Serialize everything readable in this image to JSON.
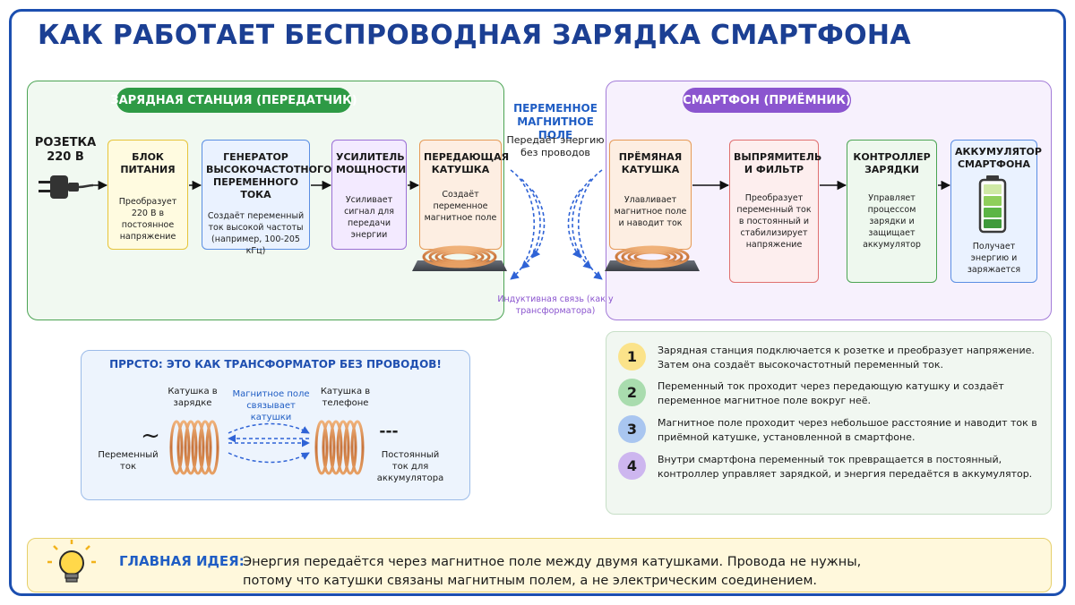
{
  "title": "КАК РАБОТАЕТ БЕСПРОВОДНАЯ ЗАРЯДКА СМАРТФОНА",
  "transmitter": {
    "label": "ЗАРЯДНАЯ СТАНЦИЯ (ПЕРЕДАТЧИК)",
    "outlet": "РОЗЕТКА 220 В",
    "blocks": [
      {
        "title": "БЛОК ПИТАНИЯ",
        "desc": "Преобразует 220 В в постоянное напряжение"
      },
      {
        "title": "ГЕНЕРАТОР ВЫСОКОЧАСТОТНОГО ПЕРЕМЕННОГО ТОКА",
        "desc": "Создаёт переменный ток высокой частоты (например, 100-205 кГц)"
      },
      {
        "title": "УСИЛИТЕЛЬ МОЩНОСТИ",
        "desc": "Усиливает сигнал для передачи энергии"
      },
      {
        "title": "ПЕРЕДАЮЩАЯ КАТУШКА",
        "desc": "Создаёт переменное магнитное поле"
      }
    ]
  },
  "field": {
    "title": "ПЕРЕМЕННОЕ МАГНИТНОЕ ПОЛЕ",
    "subtitle": "Передаёт энергию без проводов",
    "inductive": "Индуктивная связь (как у трансформатора)"
  },
  "receiver": {
    "label": "СМАРТФОН (ПРИЁМНИК)",
    "blocks": [
      {
        "title": "ПРЁМЯНАЯ КАТУШКА",
        "desc": "Улавливает магнитное поле и наводит ток"
      },
      {
        "title": "ВЫПРЯМИТЕЛЬ И ФИЛЬТР",
        "desc": "Преобразует переменный ток в постоянный и стабилизирует напряжение"
      },
      {
        "title": "КОНТРОЛЛЕР ЗАРЯДКИ",
        "desc": "Управляет процессом зарядки и защищает аккумулятор"
      },
      {
        "title": "АККУМУЛЯТОР СМАРТФОНА",
        "desc": "Получает энергию и заряжается"
      }
    ]
  },
  "analogy": {
    "title": "ПРРСТО: ЭТО КАК ТРАНСФОРМАТОР БЕЗ ПРОВОДОВ!",
    "coil_left": "Катушка в зарядке",
    "coil_right": "Катушка в телефоне",
    "field_label": "Магнитное поле связывает катушки",
    "ac_symbol": "~",
    "ac_label": "Переменный ток",
    "dc_symbol": "---",
    "dc_label": "Постоянный ток для аккумулятора"
  },
  "steps": [
    {
      "num": "1",
      "color": "#fbe38a",
      "text": "Зарядная станция подключается к розетке и преобразует напряжение. Затем она создаёт высокочастотный переменный ток."
    },
    {
      "num": "2",
      "color": "#a9dcae",
      "text": "Переменный ток проходит через передающую катушку и создаёт переменное магнитное поле вокруг неё."
    },
    {
      "num": "3",
      "color": "#a9c6f0",
      "text": "Магнитное поле проходит через небольшое расстояние и наводит ток в приёмной катушке, установленной в смартфоне."
    },
    {
      "num": "4",
      "color": "#cdb6ef",
      "text": "Внутри смартфона переменный ток превращается в постоянный, контроллер управляет зарядкой, и энергия передаётся в аккумулятор."
    }
  ],
  "idea": {
    "label": "ГЛАВНАЯ ИДЕЯ:",
    "line1": "Энергия передаётся через магнитное поле между двумя катушками. Провода не нужны,",
    "line2": "потому что катушки связаны магнитным полем, а не электрическим соединением."
  }
}
